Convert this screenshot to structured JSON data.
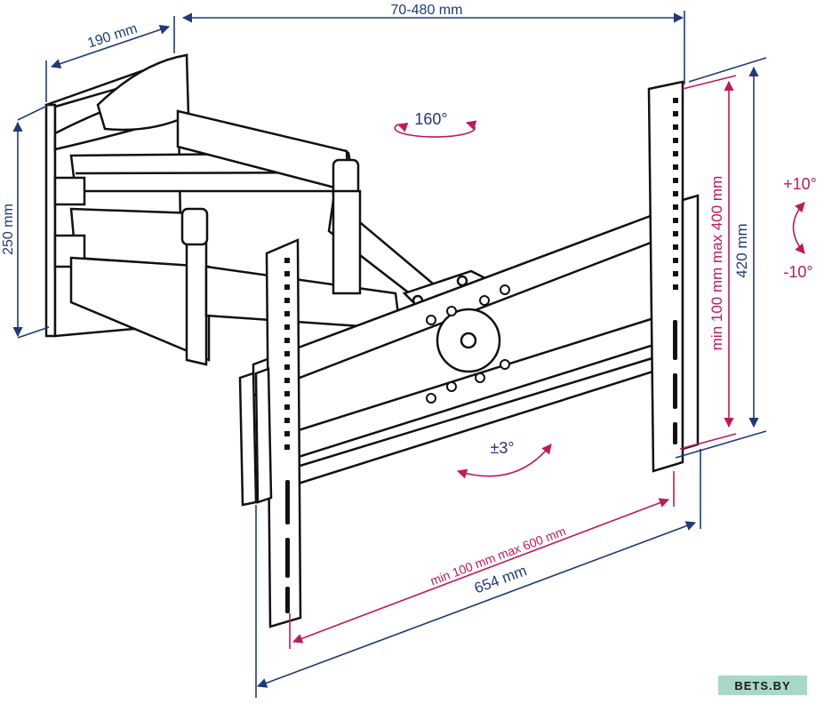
{
  "labels": {
    "depth": "190 mm",
    "extension": "70-480 mm",
    "wall_height": "250 mm",
    "swivel": "160°",
    "tilt_up": "+10°",
    "tilt_down": "-10°",
    "vesa_vertical": "min 100 mm max 400 mm",
    "height_total": "420 mm",
    "rotation": "±3°",
    "vesa_horizontal": "min 100 mm max 600 mm",
    "width_total": "654 mm"
  },
  "watermark": "BETS.BY",
  "colors": {
    "dimension": "#1f3a7a",
    "vesa": "#c2185b",
    "line": "#111111",
    "logo_bg": "#a8d8c8"
  }
}
